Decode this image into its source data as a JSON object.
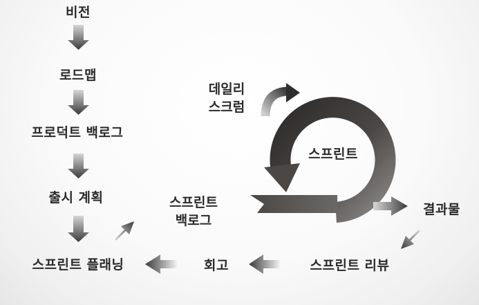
{
  "nodes": {
    "vision": "비전",
    "roadmap": "로드맵",
    "product_backlog": "프로덕트 백로그",
    "release_planning": "출시 계획",
    "sprint_planning": "스프린트 플래닝",
    "sprint_backlog_line1": "스프린트",
    "sprint_backlog_line2": "백로그",
    "daily_scrum_line1": "데일리",
    "daily_scrum_line2": "스크럼",
    "sprint": "스프린트",
    "result": "결과물",
    "sprint_review": "스프린트 리뷰",
    "retrospective": "회고"
  },
  "colors": {
    "text": "#2a2a2a",
    "arrow_dark": "#3a3a3a",
    "arrow_light": "#c8c8c8",
    "loop_dark": "#3c3a38",
    "loop_light": "#9a9896"
  }
}
